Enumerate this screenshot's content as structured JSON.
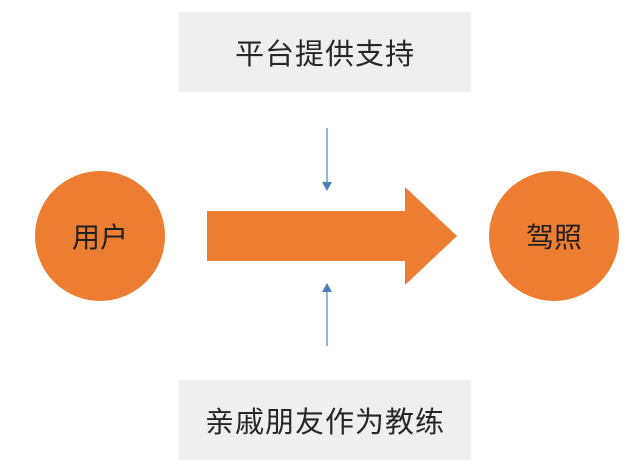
{
  "diagram": {
    "top_box_label": "平台提供支持",
    "bottom_box_label": "亲戚朋友作为教练",
    "left_node_label": "用户",
    "right_node_label": "驾照",
    "colors": {
      "node_fill": "#ed7d31",
      "arrow_fill": "#ed7d31",
      "box_fill": "#efefef",
      "connector_stroke": "#4a7ebb"
    }
  }
}
